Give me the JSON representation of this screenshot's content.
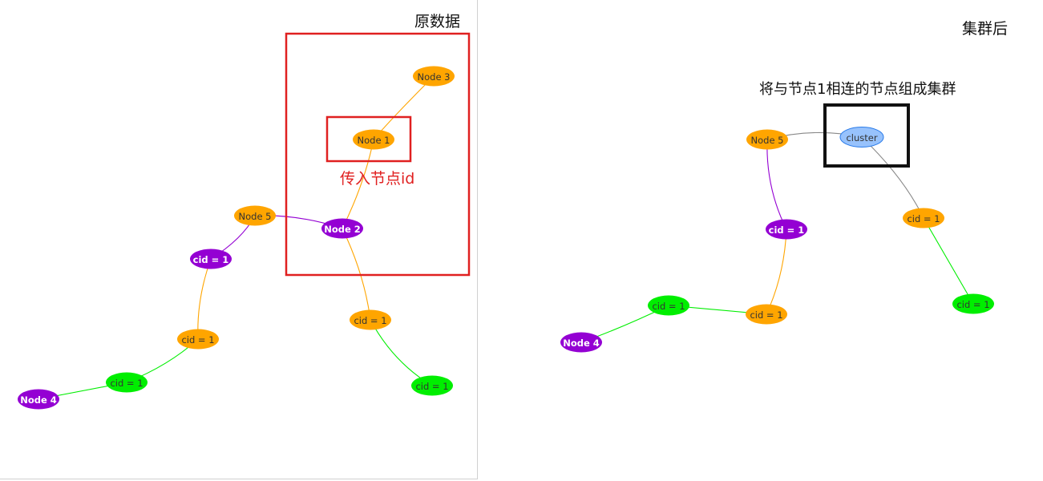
{
  "left_panel": {
    "title": "原数据",
    "annotation": "传入节点id",
    "nodes": [
      {
        "id": "n3",
        "label": "Node 3",
        "color": "#FFA500",
        "text_color": "#333333",
        "bold": false
      },
      {
        "id": "n1",
        "label": "Node 1",
        "color": "#FFA500",
        "text_color": "#333333",
        "bold": false
      },
      {
        "id": "n5",
        "label": "Node 5",
        "color": "#FFA500",
        "text_color": "#333333",
        "bold": false
      },
      {
        "id": "n2",
        "label": "Node 2",
        "color": "#9400D3",
        "text_color": "#ffffff",
        "bold": true
      },
      {
        "id": "c1",
        "label": "cid = 1",
        "color": "#9400D3",
        "text_color": "#ffffff",
        "bold": true
      },
      {
        "id": "c2",
        "label": "cid = 1",
        "color": "#FFA500",
        "text_color": "#333333",
        "bold": false
      },
      {
        "id": "c3",
        "label": "cid = 1",
        "color": "#00EE00",
        "text_color": "#333333",
        "bold": false
      },
      {
        "id": "n4",
        "label": "Node 4",
        "color": "#9400D3",
        "text_color": "#ffffff",
        "bold": true
      },
      {
        "id": "c4",
        "label": "cid = 1",
        "color": "#FFA500",
        "text_color": "#333333",
        "bold": false
      },
      {
        "id": "c5",
        "label": "cid = 1",
        "color": "#00EE00",
        "text_color": "#333333",
        "bold": false
      }
    ],
    "edges": [
      {
        "from": "n3",
        "to": "n1",
        "color": "#FFA500"
      },
      {
        "from": "n1",
        "to": "n2",
        "color": "#FFA500"
      },
      {
        "from": "n5",
        "to": "n2",
        "color": "#9400D3"
      },
      {
        "from": "n5",
        "to": "c1",
        "color": "#9400D3"
      },
      {
        "from": "c1",
        "to": "c2",
        "color": "#FFA500"
      },
      {
        "from": "c2",
        "to": "c3",
        "color": "#00EE00"
      },
      {
        "from": "c3",
        "to": "n4",
        "color": "#00EE00"
      },
      {
        "from": "n2",
        "to": "c4",
        "color": "#FFA500"
      },
      {
        "from": "c4",
        "to": "c5",
        "color": "#00EE00"
      }
    ]
  },
  "right_panel": {
    "title": "集群后",
    "annotation": "将与节点1相连的节点组成集群",
    "nodes": [
      {
        "id": "cl",
        "label": "cluster",
        "color": "#97C2FC",
        "text_color": "#333333",
        "bold": false
      },
      {
        "id": "n5",
        "label": "Node 5",
        "color": "#FFA500",
        "text_color": "#333333",
        "bold": false
      },
      {
        "id": "c1",
        "label": "cid = 1",
        "color": "#9400D3",
        "text_color": "#ffffff",
        "bold": true
      },
      {
        "id": "c2",
        "label": "cid = 1",
        "color": "#FFA500",
        "text_color": "#333333",
        "bold": false
      },
      {
        "id": "c3",
        "label": "cid = 1",
        "color": "#00EE00",
        "text_color": "#333333",
        "bold": false
      },
      {
        "id": "n4",
        "label": "Node 4",
        "color": "#9400D3",
        "text_color": "#ffffff",
        "bold": true
      },
      {
        "id": "c4",
        "label": "cid = 1",
        "color": "#FFA500",
        "text_color": "#333333",
        "bold": false
      },
      {
        "id": "c5",
        "label": "cid = 1",
        "color": "#00EE00",
        "text_color": "#333333",
        "bold": false
      }
    ],
    "edges": [
      {
        "from": "n5",
        "to": "cl",
        "color": "#888888"
      },
      {
        "from": "cl",
        "to": "c4",
        "color": "#888888"
      },
      {
        "from": "n5",
        "to": "c1",
        "color": "#9400D3"
      },
      {
        "from": "c1",
        "to": "c2",
        "color": "#FFA500"
      },
      {
        "from": "c2",
        "to": "c3",
        "color": "#00EE00"
      },
      {
        "from": "c3",
        "to": "n4",
        "color": "#00EE00"
      },
      {
        "from": "c4",
        "to": "c5",
        "color": "#00EE00"
      }
    ]
  }
}
